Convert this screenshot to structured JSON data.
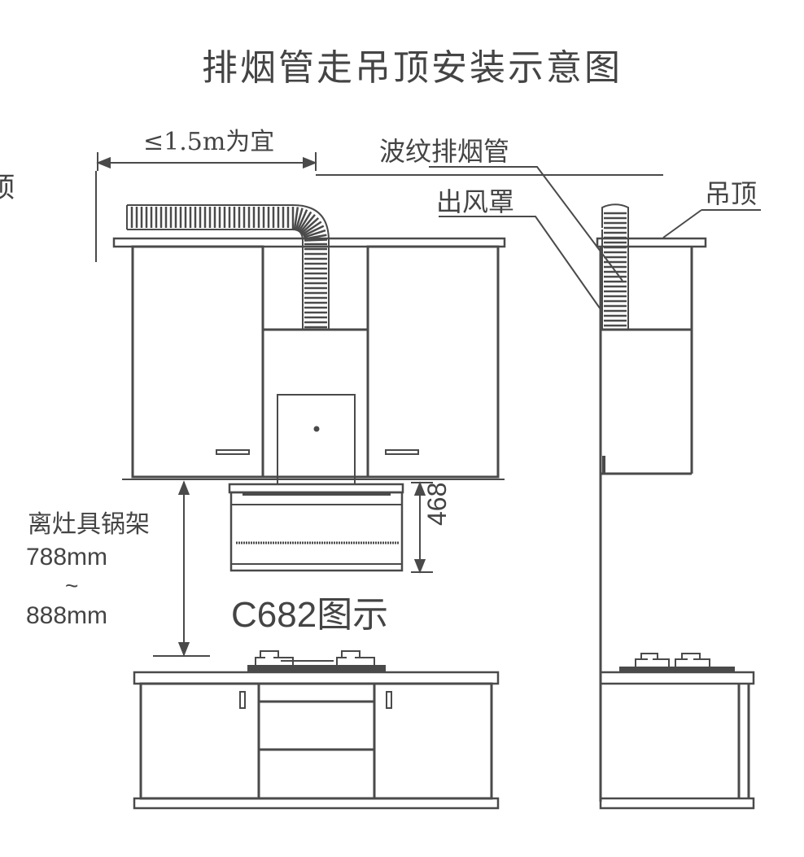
{
  "title": "排烟管走吊顶安装示意图",
  "labels": {
    "max_length": "≤1.5m为宜",
    "corrugated_pipe": "波纹排烟管",
    "outlet_hood": "出风罩",
    "ceiling": "吊顶",
    "partial_left_glyph": "顶",
    "distance_caption": "离灶具锅架",
    "distance_min": "788mm",
    "distance_tilde": "~",
    "distance_max": "888mm",
    "hood_height": "468",
    "model_caption": "C682图示"
  },
  "colors": {
    "line": "#4a4a4a",
    "text": "#444444",
    "background": "#ffffff"
  }
}
